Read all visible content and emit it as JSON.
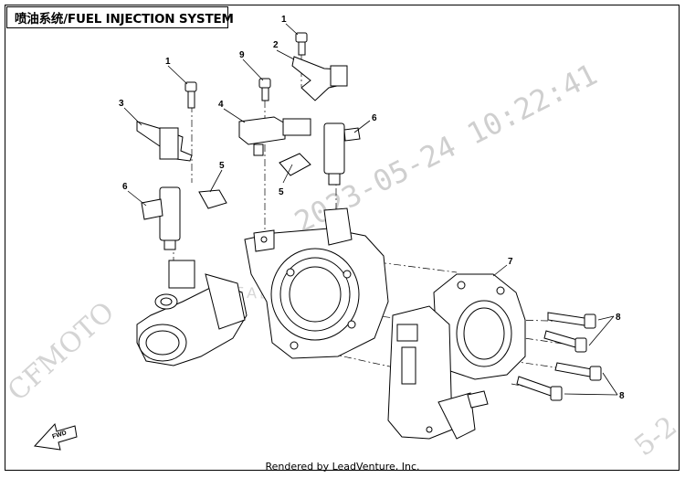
{
  "title": "喷油系统/FUEL INJECTION SYSTEM",
  "watermark": {
    "datetime": "2023-05-24  10:22:41",
    "brand": "CFMOTO",
    "dealer": "LEADVENTURE",
    "corner": "5-2"
  },
  "fwd_label": "FWD",
  "footer": "Rendered by LeadVenture, Inc.",
  "callouts": [
    "1",
    "1",
    "2",
    "3",
    "4",
    "5",
    "5",
    "6",
    "6",
    "7",
    "8",
    "8",
    "9"
  ]
}
